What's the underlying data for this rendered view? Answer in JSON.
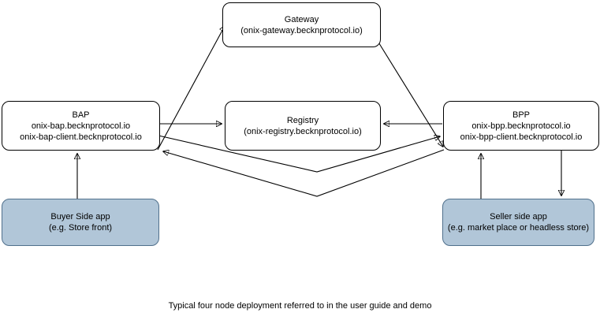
{
  "diagram": {
    "title_caption": "Typical four node deployment referred to in the user guide and demo",
    "palette": {
      "background": "#ffffff",
      "node_fill": "#ffffff",
      "node_stroke": "#000000",
      "shaded_node_fill": "#b1c6d8",
      "shaded_node_stroke": "#50708c",
      "edge_stroke": "#000000"
    },
    "nodes": {
      "gateway": {
        "name": "Gateway",
        "host": "(onix-gateway.becknprotocol.io)"
      },
      "bap": {
        "name": "BAP",
        "host": "onix-bap.becknprotocol.io",
        "host_client": "onix-bap-client.becknprotocol.io"
      },
      "registry": {
        "name": "Registry",
        "host": "(onix-registry.becknprotocol.io)"
      },
      "bpp": {
        "name": "BPP",
        "host": "onix-bpp.becknprotocol.io",
        "host_client": "onix-bpp-client.becknprotocol.io"
      },
      "buyer_app": {
        "name": "Buyer Side app",
        "detail": "(e.g. Store front)"
      },
      "seller_app": {
        "name": "Seller side app",
        "detail": "(e.g. market place or headless store)"
      }
    },
    "edges": [
      {
        "id": "bap-to-gateway",
        "from": "bap",
        "to": "gateway",
        "style": "diagonal",
        "arrow": "to"
      },
      {
        "id": "gateway-to-bpp",
        "from": "gateway",
        "to": "bpp",
        "style": "diagonal",
        "arrow": "to"
      },
      {
        "id": "bap-to-registry",
        "from": "bap",
        "to": "registry",
        "style": "straight",
        "arrow": "to"
      },
      {
        "id": "bpp-to-registry",
        "from": "bpp",
        "to": "registry",
        "style": "straight",
        "arrow": "to"
      },
      {
        "id": "bap-to-bpp",
        "from": "bap",
        "to": "bpp",
        "style": "v-polyline",
        "arrow": "to"
      },
      {
        "id": "bpp-to-bap",
        "from": "bpp",
        "to": "bap",
        "style": "v-polyline",
        "arrow": "to"
      },
      {
        "id": "buyer-app-to-bap",
        "from": "buyer_app",
        "to": "bap",
        "style": "vertical",
        "arrow": "to"
      },
      {
        "id": "seller-app-to-bpp",
        "from": "seller_app",
        "to": "bpp",
        "style": "vertical",
        "arrow": "to"
      },
      {
        "id": "bpp-to-seller-app",
        "from": "bpp",
        "to": "seller_app",
        "style": "vertical",
        "arrow": "to"
      }
    ]
  }
}
